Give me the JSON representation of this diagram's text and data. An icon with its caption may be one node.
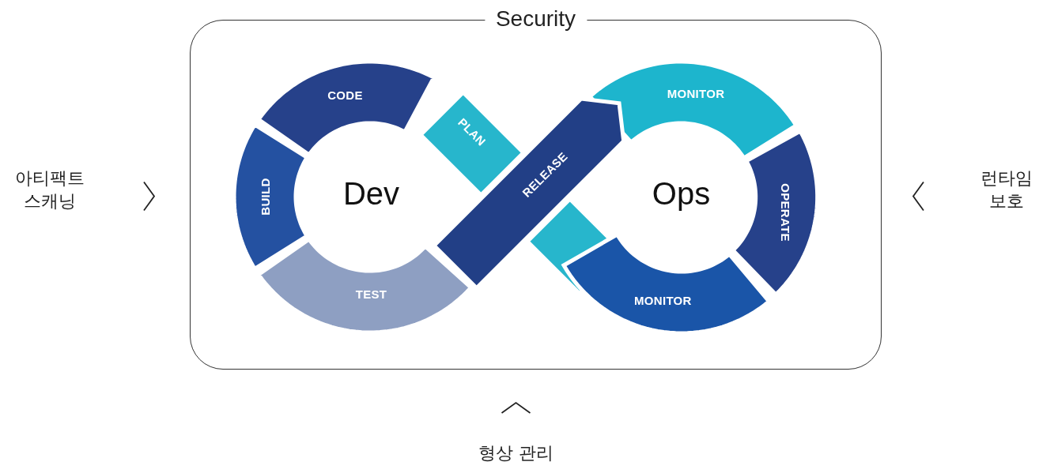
{
  "diagram": {
    "nodes": [
      {
        "text": [
          "Security"
        ]
      },
      {
        "text": [
          "CODE"
        ],
        "in": 0
      },
      {
        "text": [
          "PLAN"
        ],
        "in": 0
      },
      {
        "text": [
          "MONITOR"
        ],
        "in": 0
      },
      {
        "text": [
          "BUILD"
        ],
        "in": 0
      },
      {
        "text": [
          "RELEASE"
        ],
        "in": 0
      },
      {
        "text": [
          "OPERATE"
        ],
        "in": 0
      },
      {
        "text": [],
        "shape": "band",
        "in": 0
      },
      {
        "text": [
          "TEST"
        ],
        "in": 0
      },
      {
        "text": [
          "MONITOR"
        ],
        "in": 0
      },
      {
        "text": [
          "아티팩트 스캐닝"
        ]
      },
      {
        "text": [
          "런타임 보호"
        ]
      },
      {
        "text": [
          "형상 관리"
        ]
      }
    ],
    "edges": [
      {
        "from": 10,
        "to": 0,
        "arrow": "to"
      },
      {
        "from": 11,
        "to": 0,
        "arrow": "to"
      },
      {
        "from": 12,
        "to": 0,
        "arrow": "to"
      }
    ],
    "labels": [
      "Dev",
      "Ops"
    ]
  }
}
